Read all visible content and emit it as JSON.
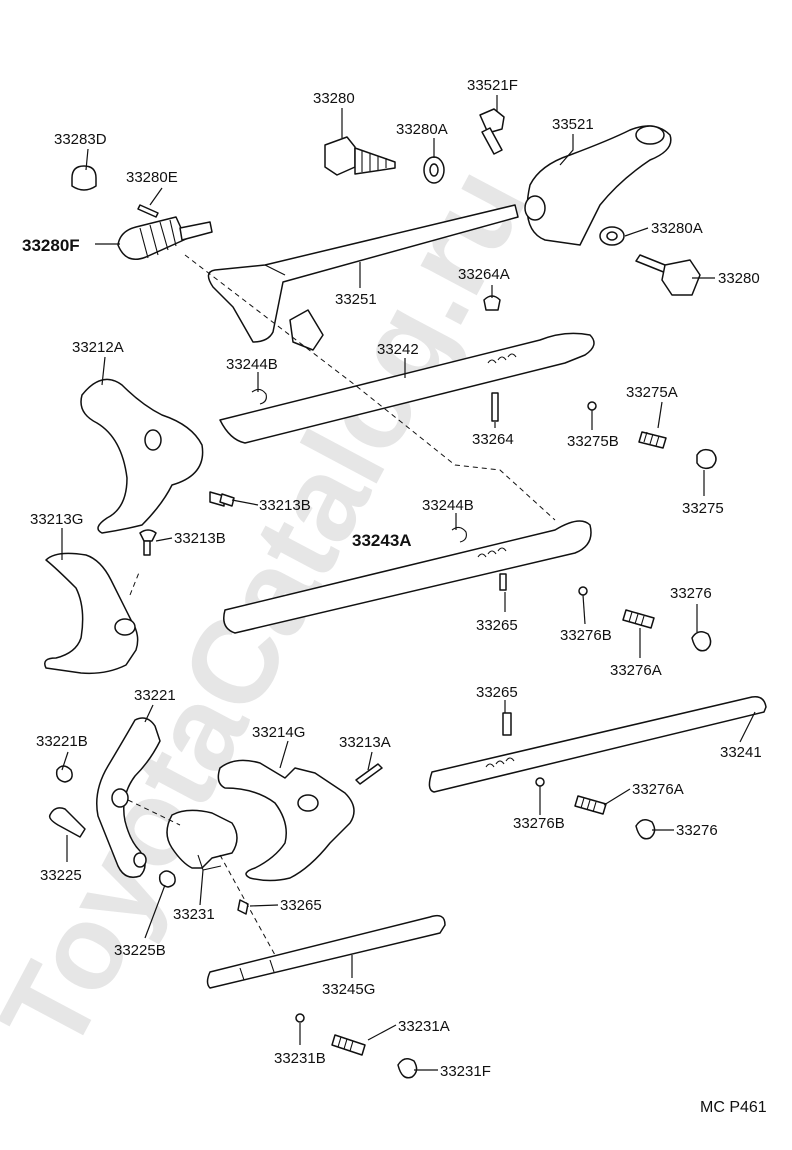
{
  "watermark": "ToyotaCatalog.ru",
  "page_code": "MC P461",
  "labels": {
    "l33280": "33280",
    "l33521F": "33521F",
    "l33521": "33521",
    "l33283D": "33283D",
    "l33280A_top": "33280A",
    "l33280E": "33280E",
    "l33280F": "33280F",
    "l33280A_right": "33280A",
    "l33280_right": "33280",
    "l33251": "33251",
    "l33264A": "33264A",
    "l33212A": "33212A",
    "l33244B_top": "33244B",
    "l33242": "33242",
    "l33275A": "33275A",
    "l33264": "33264",
    "l33275B": "33275B",
    "l33275": "33275",
    "l33213B_a": "33213B",
    "l33213G": "33213G",
    "l33213B_b": "33213B",
    "l33244B_mid": "33244B",
    "l33243A": "33243A",
    "l33265_a": "33265",
    "l33276": "33276",
    "l33276B_a": "33276B",
    "l33276A_a": "33276A",
    "l33221": "33221",
    "l33221B": "33221B",
    "l33214G": "33214G",
    "l33213A": "33213A",
    "l33265_b": "33265",
    "l33241": "33241",
    "l33276A_b": "33276A",
    "l33276B_b": "33276B",
    "l33276_b": "33276",
    "l33225": "33225",
    "l33231": "33231",
    "l33265_c": "33265",
    "l33225B": "33225B",
    "l33245G": "33245G",
    "l33231A": "33231A",
    "l33231B": "33231B",
    "l33231F": "33231F"
  }
}
